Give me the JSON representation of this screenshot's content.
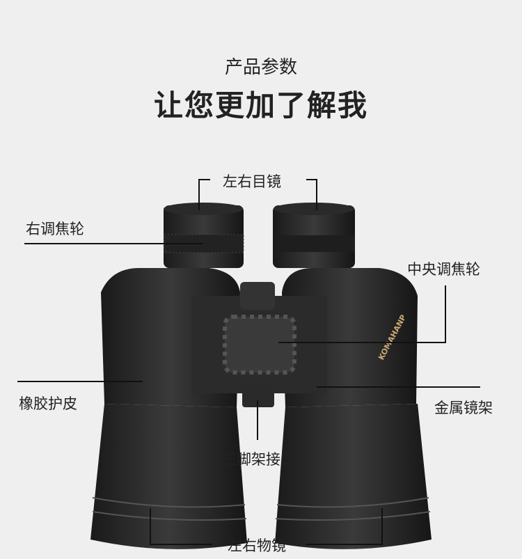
{
  "header": {
    "subtitle": "产品参数",
    "title": "让您更加了解我"
  },
  "labels": {
    "eyepiece": "左右目镜",
    "right_focus": "右调焦轮",
    "center_focus": "中央调焦轮",
    "rubber": "橡胶护皮",
    "frame": "金属镜架",
    "tripod": "三脚架接口",
    "objective": "左右物镜"
  },
  "product": {
    "brand": "KOMAHANP"
  }
}
